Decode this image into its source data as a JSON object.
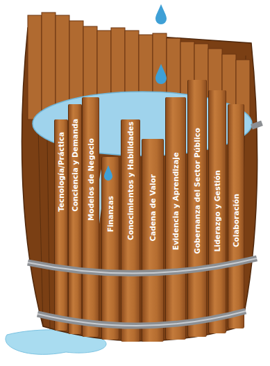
{
  "diagram": {
    "nodes": [
      {
        "text": [
          "Tecnología/Práctica"
        ]
      },
      {
        "text": [
          "Conciencia y Demanda"
        ]
      },
      {
        "text": [
          "Modelos de Negocio"
        ]
      },
      {
        "text": [
          "Finanzas"
        ]
      },
      {
        "text": [
          "Conocimientos y Habilidades"
        ]
      },
      {
        "text": [
          "Cadena de Valor"
        ]
      },
      {
        "text": [
          "Evidencia y Aprendizaje"
        ]
      },
      {
        "text": [
          "Gobernanza del Sector Público"
        ]
      },
      {
        "text": [
          "Liderazgo y Gestión"
        ]
      },
      {
        "text": [
          "Colaboración"
        ]
      }
    ]
  }
}
